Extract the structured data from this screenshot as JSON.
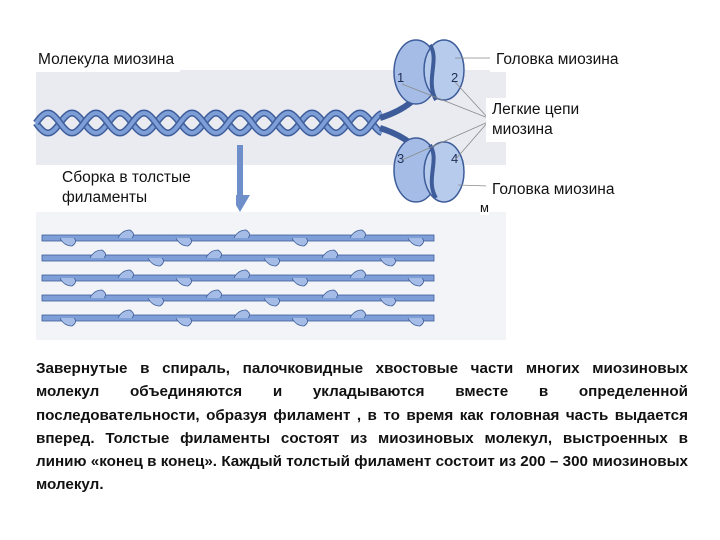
{
  "labels": {
    "myosin_molecule": "Молекула миозина",
    "assembly": "Сборка в толстые филаменты",
    "myosin_head_top": "Головка миозина",
    "light_chains": "Легкие цепи миозина",
    "myosin_head_bottom": "Головка миозина",
    "stray_letter": "м"
  },
  "head_numbers": [
    "1",
    "2",
    "3",
    "4"
  ],
  "caption": "Завернутые в спираль, палочковидные хвостовые части многих миозиновых молекул объединяются и укладываются вместе в определенной последовательности, образуя филамент , в то время как головная часть выдается вперед. Толстые филаменты состоят из миозиновых молекул, выстроенных в линию «конец в конец». Каждый толстый филамент состоит из 200 – 300 миозиновых молекул.",
  "colors": {
    "band": "#e3e5ec",
    "strand_fill": "#7d9ed6",
    "strand_outline": "#3d5c99",
    "head_fill": "#a5bde6",
    "arrow": "#6f8fcb"
  }
}
